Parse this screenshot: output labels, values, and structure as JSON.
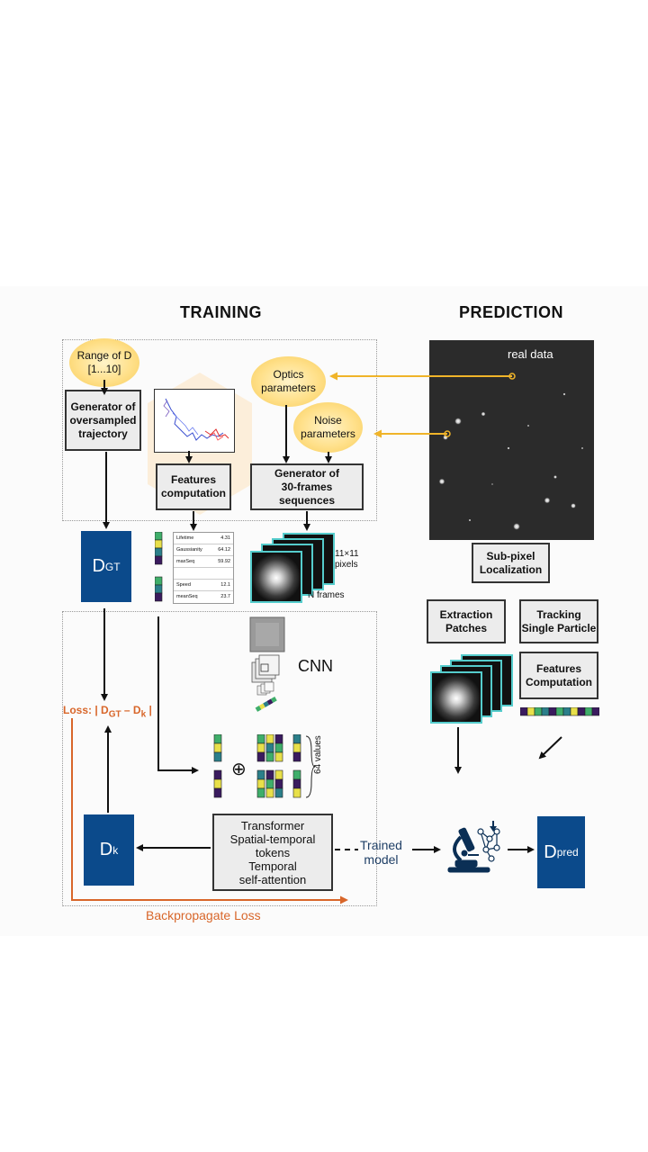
{
  "headers": {
    "training": "TRAINING",
    "prediction": "PREDICTION"
  },
  "nodes": {
    "range_d": "Range of D\n[1...10]",
    "generator_traj": "Generator of\noversampled\ntrajectory",
    "features_comp": "Features\ncomputation",
    "optics": "Optics\nparameters",
    "noise": "Noise\nparameters",
    "generator_seq": "Generator of\n30-frames\nsequences",
    "subpixel": "Sub-pixel\nLocalization",
    "extraction": "Extraction\nPatches",
    "tracking": "Tracking\nSingle Particle",
    "features_comp2": "Features\nComputation",
    "transformer": "Transformer\nSpatial-temporal\ntokens\nTemporal\nself-attention"
  },
  "labels": {
    "real_data": "real data",
    "pixels": "11×11\npixels",
    "n_frames": "N frames",
    "cnn": "CNN",
    "values": "64 values",
    "trained_model": "Trained\nmodel",
    "backprop": "Backpropagate Loss",
    "oplus": "⊕"
  },
  "dvars": {
    "d_gt": {
      "main": "D",
      "sub": "GT"
    },
    "d_k": {
      "main": "D",
      "sub": "k"
    },
    "d_pred": {
      "main": "D",
      "sub": "pred"
    }
  },
  "loss": {
    "prefix": "Loss: | D",
    "sub1": "GT",
    "mid": " – D",
    "sub2": "k",
    "suffix": " |"
  },
  "feature_table": [
    {
      "name": "Lifetime",
      "value": "4.31"
    },
    {
      "name": "Gaussianity",
      "value": "64.12"
    },
    {
      "name": "maxSeq",
      "value": "59.92"
    },
    {
      "name": "",
      "value": ""
    },
    {
      "name": "Speed",
      "value": "12.1"
    },
    {
      "name": "meanSeq",
      "value": "23.7"
    }
  ],
  "icons": {
    "microscope": "microscope-network-icon"
  },
  "colors": {
    "accent_blue": "#0b4a8b",
    "loss_orange": "#d8662a",
    "arrow_yellow": "#f0b429",
    "oval_yellow": "#ffe08a"
  }
}
